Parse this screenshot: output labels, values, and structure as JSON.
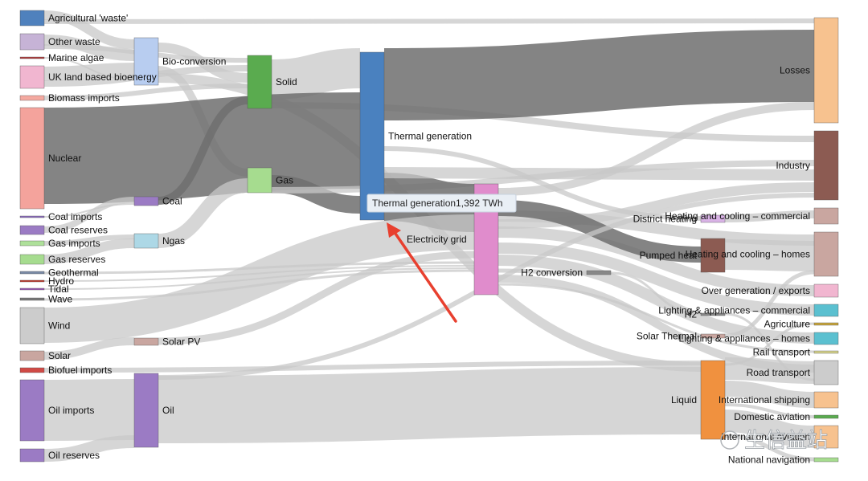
{
  "chart_data": {
    "type": "sankey",
    "nodes": [
      {
        "id": "agri_waste",
        "label": "Agricultural 'waste'",
        "color": "#4f81bd"
      },
      {
        "id": "other_waste",
        "label": "Other waste",
        "color": "#c6b3d6"
      },
      {
        "id": "marine_algae",
        "label": "Marine algae",
        "color": "#b03a3a"
      },
      {
        "id": "uk_bio",
        "label": "UK land based bioenergy",
        "color": "#f1b6d0"
      },
      {
        "id": "biomass_imp",
        "label": "Biomass imports",
        "color": "#f4a9a0"
      },
      {
        "id": "nuclear",
        "label": "Nuclear",
        "color": "#f4a39c"
      },
      {
        "id": "coal_imp",
        "label": "Coal imports",
        "color": "#8a6bbe"
      },
      {
        "id": "coal_res",
        "label": "Coal reserves",
        "color": "#9b7bc4"
      },
      {
        "id": "gas_imp",
        "label": "Gas imports",
        "color": "#aee09a"
      },
      {
        "id": "gas_res",
        "label": "Gas reserves",
        "color": "#a6dc8f"
      },
      {
        "id": "geothermal",
        "label": "Geothermal",
        "color": "#7a8aa6"
      },
      {
        "id": "hydro",
        "label": "Hydro",
        "color": "#c0392b"
      },
      {
        "id": "tidal",
        "label": "Tidal",
        "color": "#9b59b6"
      },
      {
        "id": "wave",
        "label": "Wave",
        "color": "#777777"
      },
      {
        "id": "wind",
        "label": "Wind",
        "color": "#cccccc"
      },
      {
        "id": "solar",
        "label": "Solar",
        "color": "#c9a6a0"
      },
      {
        "id": "biofuel_imp",
        "label": "Biofuel imports",
        "color": "#d04a45"
      },
      {
        "id": "oil_imp",
        "label": "Oil imports",
        "color": "#9b7bc4"
      },
      {
        "id": "oil_res",
        "label": "Oil reserves",
        "color": "#9b7bc4"
      },
      {
        "id": "bioconv",
        "label": "Bio-conversion",
        "color": "#b8cdf0"
      },
      {
        "id": "coal",
        "label": "Coal",
        "color": "#9b7bc4"
      },
      {
        "id": "ngas",
        "label": "Ngas",
        "color": "#add8e6"
      },
      {
        "id": "solar_pv",
        "label": "Solar PV",
        "color": "#c9a6a0"
      },
      {
        "id": "oil",
        "label": "Oil",
        "color": "#9b7bc4"
      },
      {
        "id": "solid",
        "label": "Solid",
        "color": "#5aab4f"
      },
      {
        "id": "gas",
        "label": "Gas",
        "color": "#a6dc8f"
      },
      {
        "id": "thermal",
        "label": "Thermal generation",
        "color": "#4a81bf"
      },
      {
        "id": "grid",
        "label": "Electricity grid",
        "color": "#e08ccc"
      },
      {
        "id": "h2conv",
        "label": "H2 conversion",
        "color": "#888888"
      },
      {
        "id": "district",
        "label": "District heating",
        "color": "#d9b3e6"
      },
      {
        "id": "pumped",
        "label": "Pumped heat",
        "color": "#8c5b52"
      },
      {
        "id": "h2",
        "label": "H2",
        "color": "#888888"
      },
      {
        "id": "solar_thermal",
        "label": "Solar Thermal",
        "color": "#c9a6a0"
      },
      {
        "id": "liquid",
        "label": "Liquid",
        "color": "#f0913f"
      },
      {
        "id": "losses",
        "label": "Losses",
        "color": "#f7c28f"
      },
      {
        "id": "industry",
        "label": "Industry",
        "color": "#8c5b52"
      },
      {
        "id": "hc_commercial",
        "label": "Heating and cooling – commercial",
        "color": "#c9a6a0"
      },
      {
        "id": "hc_homes",
        "label": "Heating and cooling – homes",
        "color": "#c9a6a0"
      },
      {
        "id": "over_gen",
        "label": "Over generation / exports",
        "color": "#f1b6d0"
      },
      {
        "id": "la_commercial",
        "label": "Lighting & appliances – commercial",
        "color": "#5bc0d0"
      },
      {
        "id": "agriculture",
        "label": "Agriculture",
        "color": "#c7a43a"
      },
      {
        "id": "la_homes",
        "label": "Lighting & appliances – homes",
        "color": "#5bc0d0"
      },
      {
        "id": "rail",
        "label": "Rail transport",
        "color": "#d4d08a"
      },
      {
        "id": "road",
        "label": "Road transport",
        "color": "#cccccc"
      },
      {
        "id": "intl_ship",
        "label": "International shipping",
        "color": "#f7c28f"
      },
      {
        "id": "dom_aviation",
        "label": "Domestic aviation",
        "color": "#5aab4f"
      },
      {
        "id": "intl_aviation",
        "label": "International aviation",
        "color": "#f7c28f"
      },
      {
        "id": "nat_nav",
        "label": "National navigation",
        "color": "#a6dc8f"
      }
    ],
    "tooltip": {
      "node": "Thermal generation",
      "text": "Thermal generation1,392 TWh",
      "value": 1392,
      "unit": "TWh"
    },
    "watermark": "生信益站",
    "link_color": "#c8c8c8",
    "highlight_link_color": "#6e6e6e",
    "annotation_arrow_color": "#e8402f"
  }
}
